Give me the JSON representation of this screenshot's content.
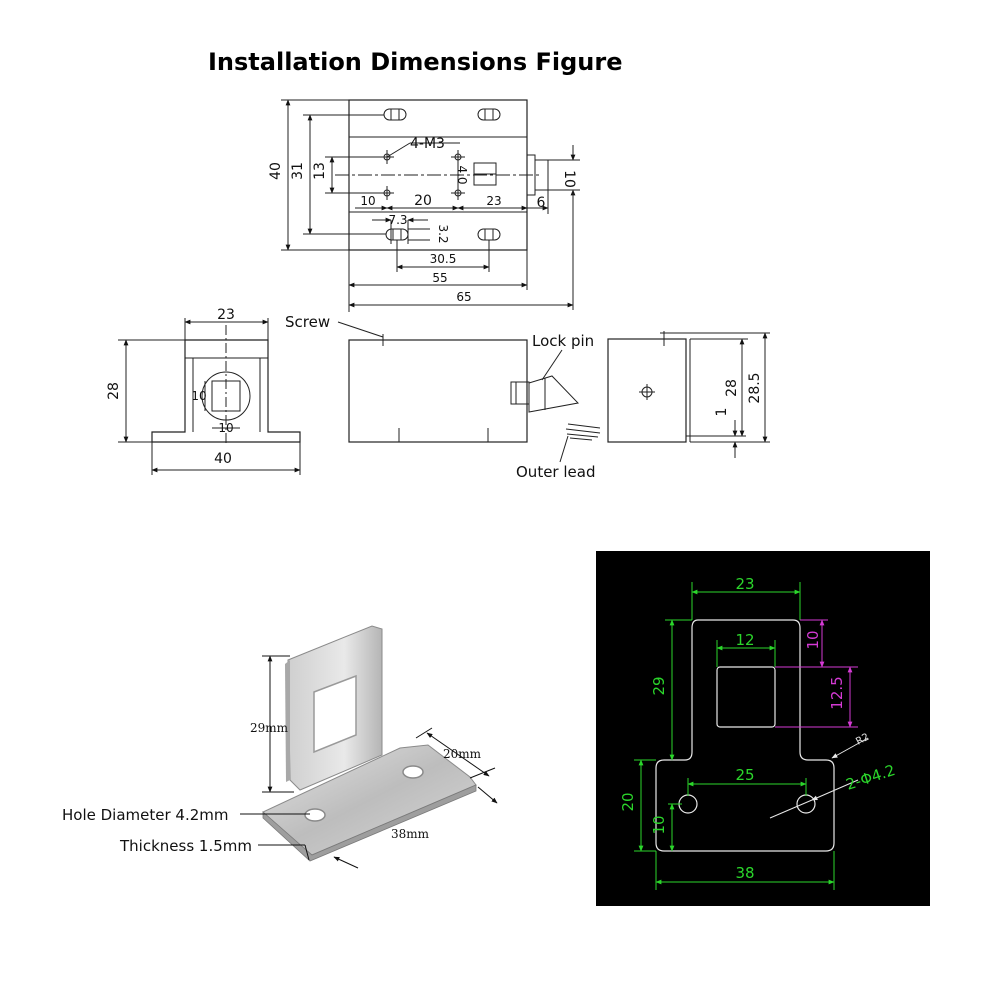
{
  "title": "Installation Dimensions Figure",
  "top_view": {
    "overall_height": "40",
    "hole_span_height": "31",
    "inner_height": "13",
    "hole_label": "4-M3",
    "pin_width_label": "4.0",
    "pin_length": "10",
    "seg_left": "10",
    "seg_mid": "20",
    "seg_right": "23",
    "pin_offset": "6",
    "slot_width": "7.3",
    "slot_height": "3.2",
    "slot_span": "30.5",
    "body_length": "55",
    "total_length": "65"
  },
  "front_view": {
    "top_width": "23",
    "height": "28",
    "square": "10",
    "square_w": "10",
    "base_width": "40"
  },
  "side_view": {
    "screw_label": "Screw",
    "lock_pin_label": "Lock pin",
    "outer_lead_label": "Outer lead"
  },
  "end_view": {
    "height": "28",
    "total_height": "28.5",
    "gap": "1"
  },
  "bracket_photo": {
    "height_label": "29mm",
    "width_label": "20mm",
    "length_label": "38mm",
    "hole_label": "Hole Diameter 4.2mm",
    "thickness_label": "Thickness 1.5mm"
  },
  "bracket_cad": {
    "top_width": "23",
    "window_width": "12",
    "window_top": "10",
    "window_height": "12.5",
    "upright_height": "29",
    "corner_radius": "R2",
    "hole_spacing": "25",
    "holes_label": "2-Φ4.2",
    "base_height": "20",
    "hole_height": "10",
    "base_width": "38",
    "colors": {
      "background": "#000000",
      "dimension": "#2bd62b",
      "highlight": "#d43ad4",
      "outline": "#e8e8e8"
    }
  }
}
